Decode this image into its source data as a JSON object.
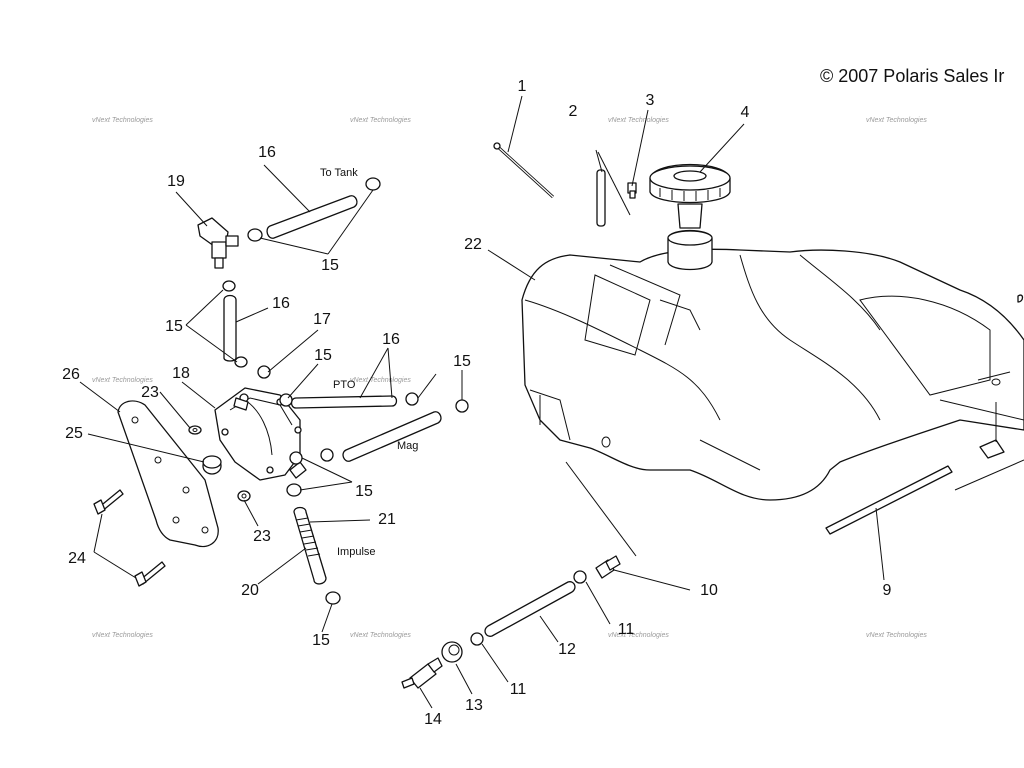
{
  "copyright": "© 2007 Polaris Sales Ir",
  "watermark": "vNext Technologies",
  "labels": {
    "to_tank": "To Tank",
    "pto": "PTO",
    "mag": "Mag",
    "impulse": "Impulse"
  },
  "callouts": {
    "c1": "1",
    "c2": "2",
    "c3": "3",
    "c4": "4",
    "c9": "9",
    "c10": "10",
    "c11a": "11",
    "c11b": "11",
    "c12": "12",
    "c13": "13",
    "c14": "14",
    "c15a": "15",
    "c15b": "15",
    "c15c": "15",
    "c15d": "15",
    "c15e": "15",
    "c15f": "15",
    "c16a": "16",
    "c16b": "16",
    "c16c": "16",
    "c17": "17",
    "c18": "18",
    "c19": "19",
    "c20": "20",
    "c21": "21",
    "c22": "22",
    "c23a": "23",
    "c23b": "23",
    "c24": "24",
    "c25": "25",
    "c26": "26"
  }
}
